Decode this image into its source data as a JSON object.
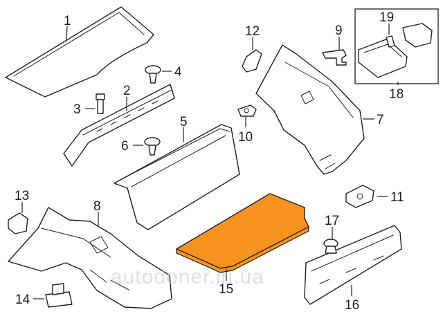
{
  "callouts": {
    "c1": "1",
    "c2": "2",
    "c3": "3",
    "c4": "4",
    "c5": "5",
    "c6": "6",
    "c7": "7",
    "c8": "8",
    "c9": "9",
    "c10": "10",
    "c11": "11",
    "c12": "12",
    "c13": "13",
    "c14": "14",
    "c15": "15",
    "c16": "16",
    "c17": "17",
    "c18": "18",
    "c19": "19"
  },
  "watermark": "autodoner.in.ua",
  "colors": {
    "highlight_fill": "#f7931e",
    "line": "#1e1e1e",
    "background": "#ffffff"
  }
}
